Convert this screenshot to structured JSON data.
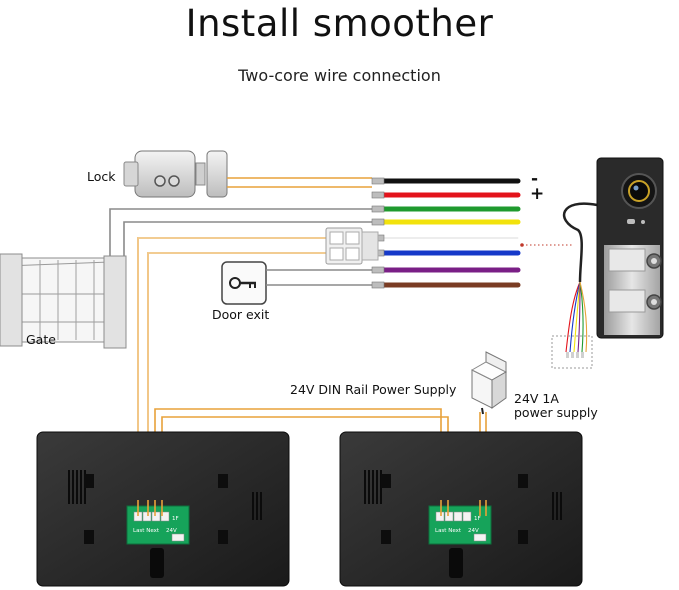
{
  "header": {
    "title": "Install smoother",
    "subtitle": "Two-core wire connection"
  },
  "labels": {
    "lock": "Lock",
    "gate": "Gate",
    "door_exit": "Door exit",
    "din_supply": "24V DIN Rail Power Supply",
    "adapter_line1": "24V 1A",
    "adapter_line2": "power supply",
    "minus": "-",
    "plus": "+"
  },
  "monitor_board": {
    "last_next": "Last Next",
    "voltage": "24V",
    "socket_mark": "1F"
  },
  "colors": {
    "orange_wire": "#e8a23a",
    "gray_wire": "#8a8a8a",
    "black": "#111111",
    "red": "#e3131b",
    "green": "#1f9a2e",
    "yellow": "#f2e20c",
    "blue": "#1539c9",
    "purple": "#7a1f86",
    "brown": "#7a3c23",
    "board_green": "#16a35a"
  }
}
